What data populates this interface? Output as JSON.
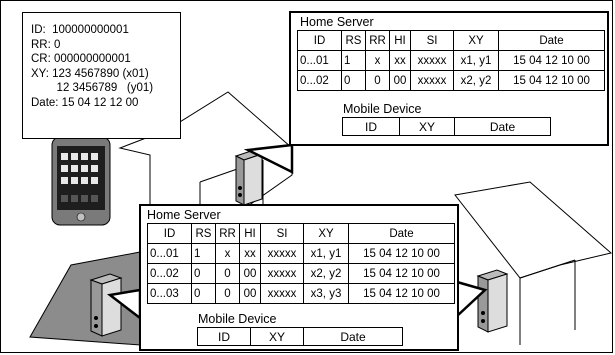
{
  "device_info": {
    "lines": [
      "ID:  100000000001",
      "RR: 0",
      "CR: 000000000001",
      "XY: 123 4567890 (x01)",
      "        12 3456789   (y01)",
      "Date: 15 04 12 12 00"
    ]
  },
  "home_server_top": {
    "title": "Home Server",
    "headers": [
      "ID",
      "RS",
      "RR",
      "HI",
      "SI",
      "XY",
      "Date"
    ],
    "rows": [
      [
        "0...01",
        "1",
        "x",
        "xx",
        "xxxxx",
        "x1, y1",
        "15 04 12 10 00"
      ],
      [
        "0...02",
        "0",
        "0",
        "00",
        "xxxxx",
        "x2, y2",
        "15 04 12 10 00"
      ]
    ],
    "mobile_title": "Mobile Device",
    "mobile_headers": [
      "ID",
      "XY",
      "Date"
    ]
  },
  "home_server_bottom": {
    "title": "Home Server",
    "headers": [
      "ID",
      "RS",
      "RR",
      "HI",
      "SI",
      "XY",
      "Date"
    ],
    "rows": [
      [
        "0...01",
        "1",
        "x",
        "xx",
        "xxxxx",
        "x1, y1",
        "15 04 12 10 00"
      ],
      [
        "0...02",
        "0",
        "0",
        "00",
        "xxxxx",
        "x2, y2",
        "15 04 12 10 00"
      ],
      [
        "0...03",
        "0",
        "0",
        "00",
        "xxxxx",
        "x3, y3",
        "15 04 12 10 00"
      ]
    ],
    "mobile_title": "Mobile Device",
    "mobile_headers": [
      "ID",
      "XY",
      "Date"
    ]
  },
  "colors": {
    "roof_gray": "#8c8c8c",
    "server_gray": "#d9d9d9",
    "phone_body": "#7a7a7a",
    "phone_screen": "#1e1e1e"
  }
}
